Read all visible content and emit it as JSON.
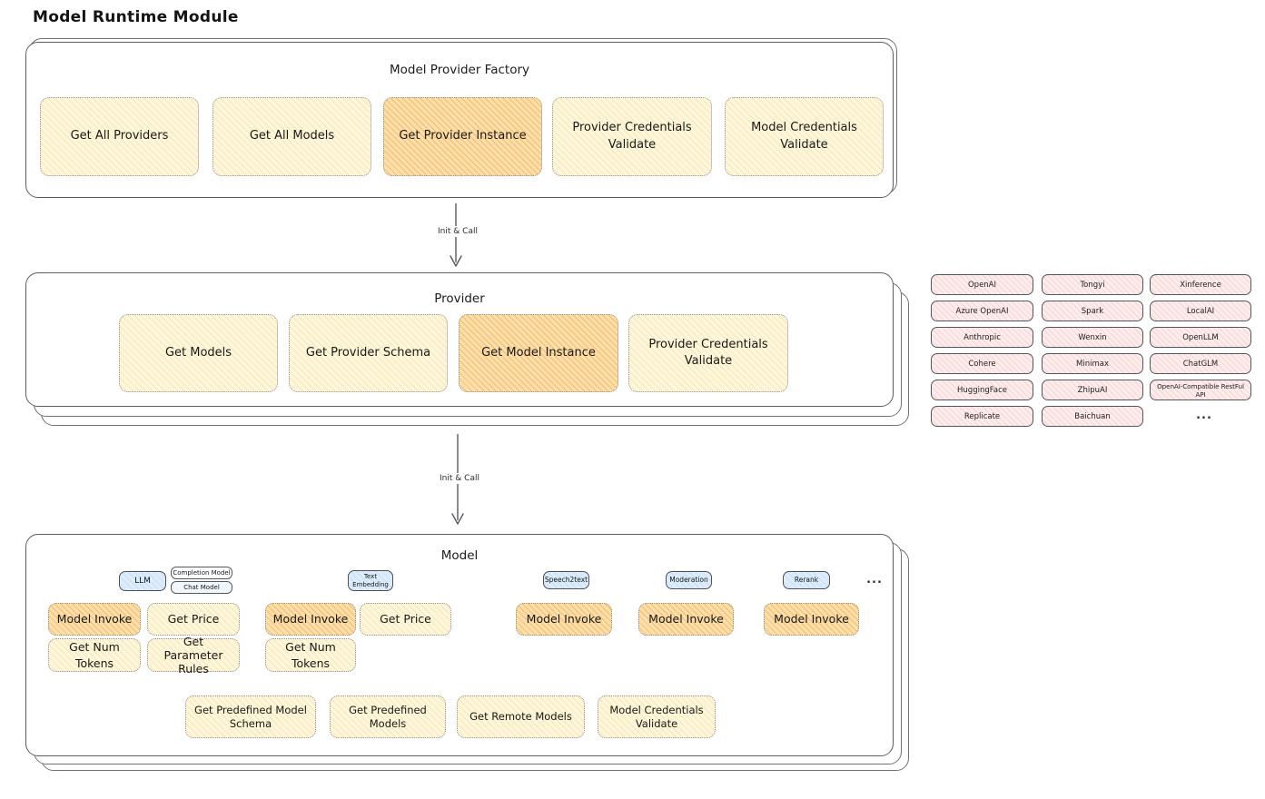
{
  "title": "Model Runtime Module",
  "arrows": {
    "label": "Init & Call"
  },
  "factory": {
    "title": "Model Provider Factory",
    "buttons": [
      {
        "label": "Get All Providers",
        "highlighted": false
      },
      {
        "label": "Get All Models",
        "highlighted": false
      },
      {
        "label": "Get Provider Instance",
        "highlighted": true
      },
      {
        "label": "Provider Credentials Validate",
        "highlighted": false
      },
      {
        "label": "Model Credentials Validate",
        "highlighted": false
      }
    ]
  },
  "provider": {
    "title": "Provider",
    "buttons": [
      {
        "label": "Get Models",
        "highlighted": false
      },
      {
        "label": "Get Provider Schema",
        "highlighted": false
      },
      {
        "label": "Get Model Instance",
        "highlighted": true
      },
      {
        "label": "Provider Credentials Validate",
        "highlighted": false
      }
    ]
  },
  "providers_list": {
    "items": [
      "OpenAI",
      "Tongyi",
      "Xinference",
      "Azure OpenAI",
      "Spark",
      "LocalAI",
      "Anthropic",
      "Wenxin",
      "OpenLLM",
      "Cohere",
      "Minimax",
      "ChatGLM",
      "HuggingFace",
      "ZhipuAI",
      "OpenAI-Compatible RestFul API",
      "Replicate",
      "Baichuan"
    ],
    "more": "..."
  },
  "model": {
    "title": "Model",
    "groups": [
      {
        "tab": "LLM",
        "sub_tabs": [
          "Completion Model",
          "Chat Model"
        ],
        "buttons": [
          {
            "label": "Model Invoke",
            "highlighted": true
          },
          {
            "label": "Get Price",
            "highlighted": false
          },
          {
            "label": "Get Num Tokens",
            "highlighted": false
          },
          {
            "label": "Get Parameter Rules",
            "highlighted": false
          }
        ]
      },
      {
        "tab": "Text Embedding",
        "buttons": [
          {
            "label": "Model Invoke",
            "highlighted": true
          },
          {
            "label": "Get Price",
            "highlighted": false
          },
          {
            "label": "Get Num Tokens",
            "highlighted": false
          }
        ]
      },
      {
        "tab": "Speech2text",
        "buttons": [
          {
            "label": "Model Invoke",
            "highlighted": true
          }
        ]
      },
      {
        "tab": "Moderation",
        "buttons": [
          {
            "label": "Model Invoke",
            "highlighted": true
          }
        ]
      },
      {
        "tab": "Rerank",
        "buttons": [
          {
            "label": "Model Invoke",
            "highlighted": true
          }
        ]
      }
    ],
    "more": "...",
    "bottom_buttons": [
      {
        "label": "Get Predefined Model Schema"
      },
      {
        "label": "Get Predefined Models"
      },
      {
        "label": "Get Remote Models"
      },
      {
        "label": "Model Credentials Validate"
      }
    ]
  },
  "colors": {
    "panel_yellow": "#fdf6da",
    "highlight_orange": "#fbe0ad",
    "tab_blue": "#dcecfb",
    "provider_pink": "#fdecec",
    "stroke_dark": "#5a5e64"
  }
}
